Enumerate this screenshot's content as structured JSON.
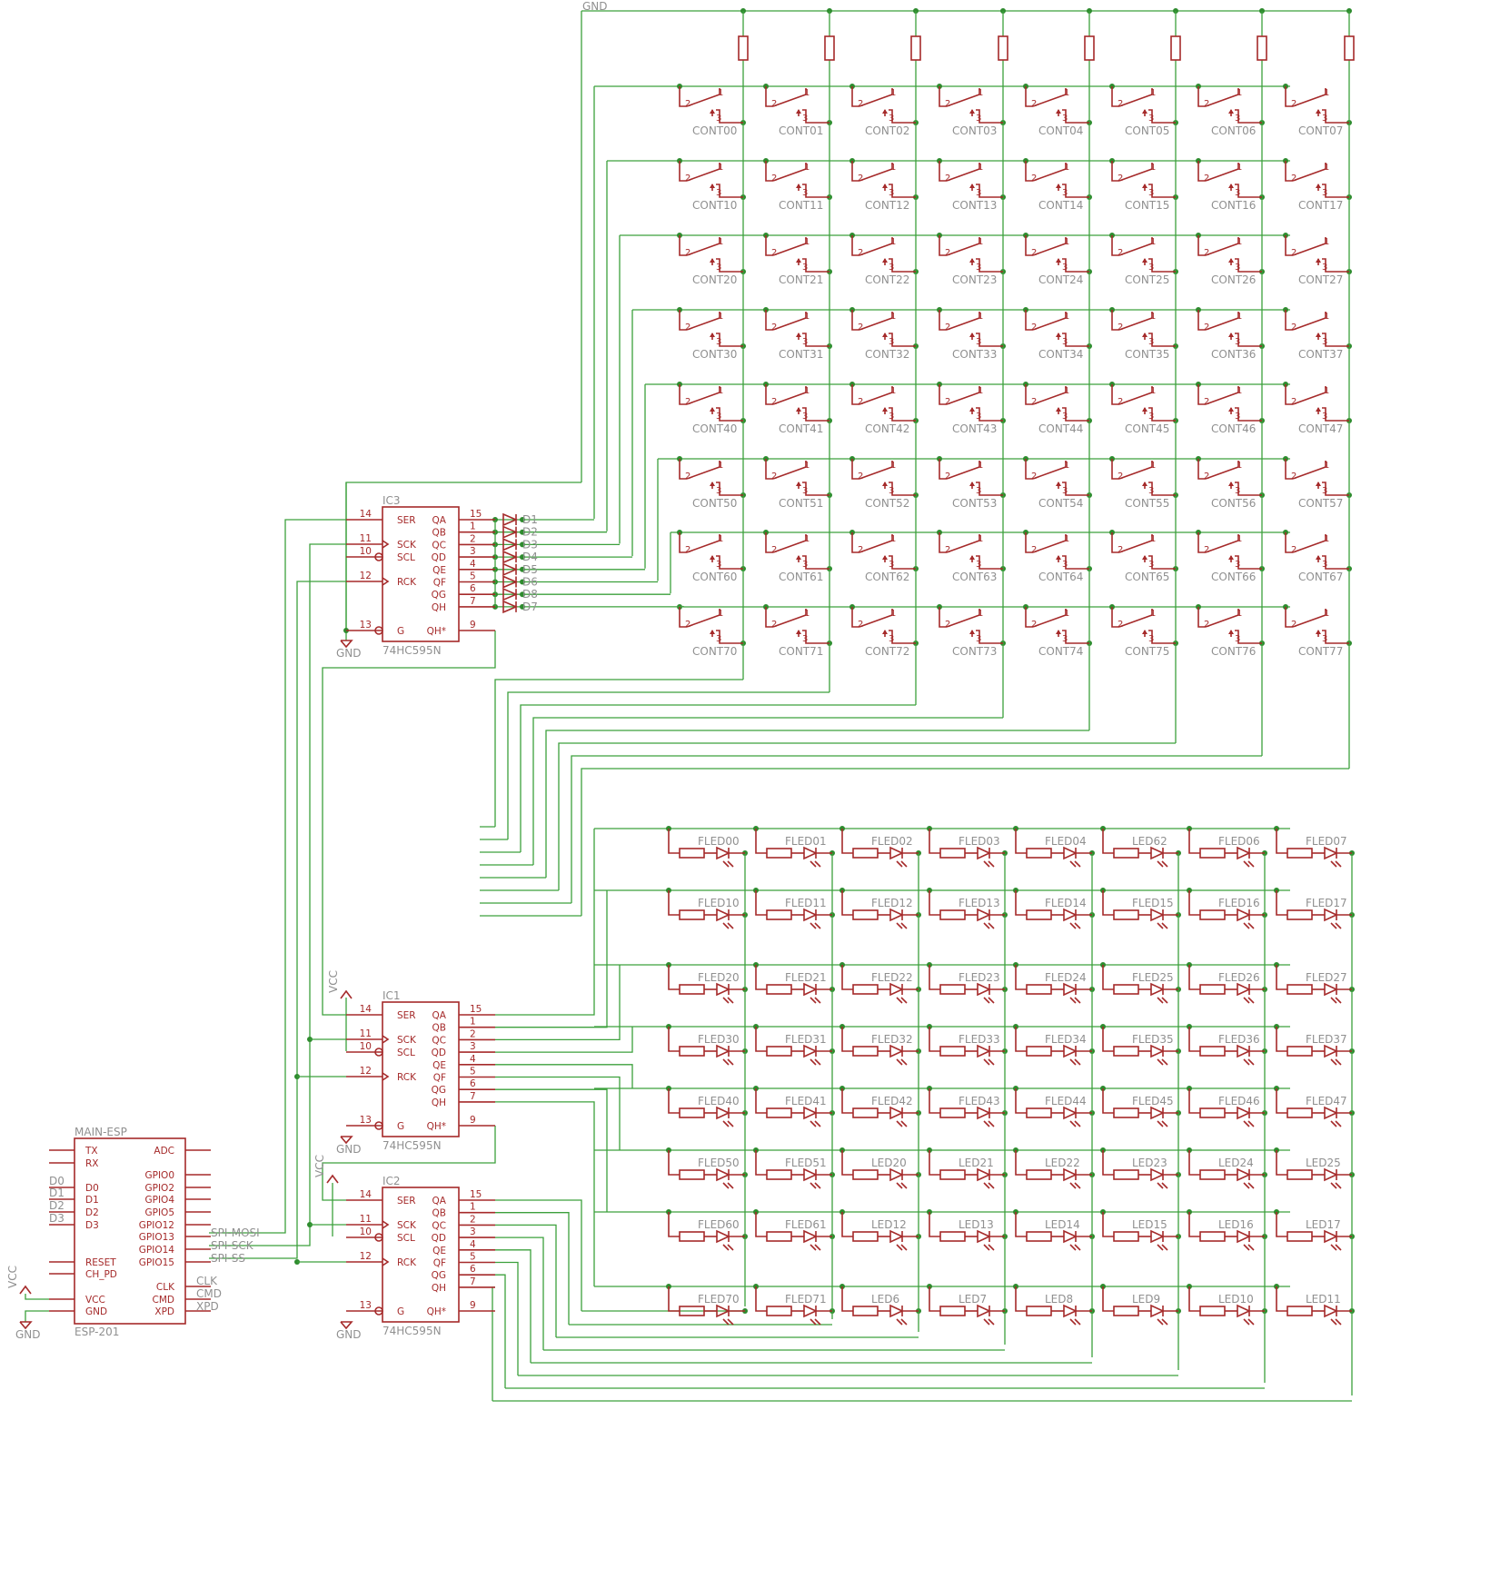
{
  "nets": {
    "gnd": "GND",
    "vcc": "VCC"
  },
  "sr_chip": {
    "part": "74HC595N",
    "left_pins": [
      {
        "name": "SER",
        "num": "14"
      },
      {
        "name": "SCK",
        "num": "11"
      },
      {
        "name": "SCL",
        "num": "10"
      },
      {
        "name": "RCK",
        "num": "12"
      },
      {
        "name": "G",
        "num": "13"
      }
    ],
    "right_pins": [
      {
        "name": "QA",
        "num": "15"
      },
      {
        "name": "QB",
        "num": "1"
      },
      {
        "name": "QC",
        "num": "2"
      },
      {
        "name": "QD",
        "num": "3"
      },
      {
        "name": "QE",
        "num": "4"
      },
      {
        "name": "QF",
        "num": "5"
      },
      {
        "name": "QG",
        "num": "6"
      },
      {
        "name": "QH",
        "num": "7"
      }
    ],
    "qh_star": {
      "name": "QH*",
      "num": "9"
    }
  },
  "ics": [
    {
      "ref": "IC3"
    },
    {
      "ref": "IC1"
    },
    {
      "ref": "IC2"
    }
  ],
  "diodes": [
    "D1",
    "D2",
    "D3",
    "D4",
    "D5",
    "D6",
    "D8",
    "D7"
  ],
  "switch_pins": {
    "common": "2",
    "nc": "1",
    "no": "3"
  },
  "switches": [
    [
      "CONT00",
      "CONT01",
      "CONT02",
      "CONT03",
      "CONT04",
      "CONT05",
      "CONT06",
      "CONT07"
    ],
    [
      "CONT10",
      "CONT11",
      "CONT12",
      "CONT13",
      "CONT14",
      "CONT15",
      "CONT16",
      "CONT17"
    ],
    [
      "CONT20",
      "CONT21",
      "CONT22",
      "CONT23",
      "CONT24",
      "CONT25",
      "CONT26",
      "CONT27"
    ],
    [
      "CONT30",
      "CONT31",
      "CONT32",
      "CONT33",
      "CONT34",
      "CONT35",
      "CONT36",
      "CONT37"
    ],
    [
      "CONT40",
      "CONT41",
      "CONT42",
      "CONT43",
      "CONT44",
      "CONT45",
      "CONT46",
      "CONT47"
    ],
    [
      "CONT50",
      "CONT51",
      "CONT52",
      "CONT53",
      "CONT54",
      "CONT55",
      "CONT56",
      "CONT57"
    ],
    [
      "CONT60",
      "CONT61",
      "CONT62",
      "CONT63",
      "CONT64",
      "CONT65",
      "CONT66",
      "CONT67"
    ],
    [
      "CONT70",
      "CONT71",
      "CONT72",
      "CONT73",
      "CONT74",
      "CONT75",
      "CONT76",
      "CONT77"
    ]
  ],
  "leds": [
    [
      "FLED00",
      "FLED01",
      "FLED02",
      "FLED03",
      "FLED04",
      "LED62",
      "FLED06",
      "FLED07"
    ],
    [
      "FLED10",
      "FLED11",
      "FLED12",
      "FLED13",
      "FLED14",
      "FLED15",
      "FLED16",
      "FLED17"
    ],
    [
      "FLED20",
      "FLED21",
      "FLED22",
      "FLED23",
      "FLED24",
      "FLED25",
      "FLED26",
      "FLED27"
    ],
    [
      "FLED30",
      "FLED31",
      "FLED32",
      "FLED33",
      "FLED34",
      "FLED35",
      "FLED36",
      "FLED37"
    ],
    [
      "FLED40",
      "FLED41",
      "FLED42",
      "FLED43",
      "FLED44",
      "FLED45",
      "FLED46",
      "FLED47"
    ],
    [
      "FLED50",
      "FLED51",
      "LED20",
      "LED21",
      "LED22",
      "LED23",
      "LED24",
      "LED25"
    ],
    [
      "FLED60",
      "FLED61",
      "LED12",
      "LED13",
      "LED14",
      "LED15",
      "LED16",
      "LED17"
    ],
    [
      "FLED70",
      "FLED71",
      "LED6",
      "LED7",
      "LED8",
      "LED9",
      "LED10",
      "LED11"
    ]
  ],
  "esp": {
    "name": "MAIN-ESP",
    "value": "ESP-201",
    "left_pins": [
      "TX",
      "RX",
      "D0",
      "D1",
      "D2",
      "D3",
      "RESET",
      "CH_PD",
      "VCC",
      "GND"
    ],
    "left_net_labels": [
      "D0",
      "D1",
      "D2",
      "D3"
    ],
    "right_pins": [
      "ADC",
      "GPIO0",
      "GPIO2",
      "GPIO4",
      "GPIO5",
      "GPIO12",
      "GPIO13",
      "GPIO14",
      "GPIO15",
      "CLK",
      "CMD",
      "XPD"
    ],
    "spi_labels": [
      "SPI-MOSI",
      "SPI-SCK",
      "SPI-SS"
    ],
    "clk_labels": [
      "CLK",
      "CMD",
      "XPD"
    ]
  }
}
